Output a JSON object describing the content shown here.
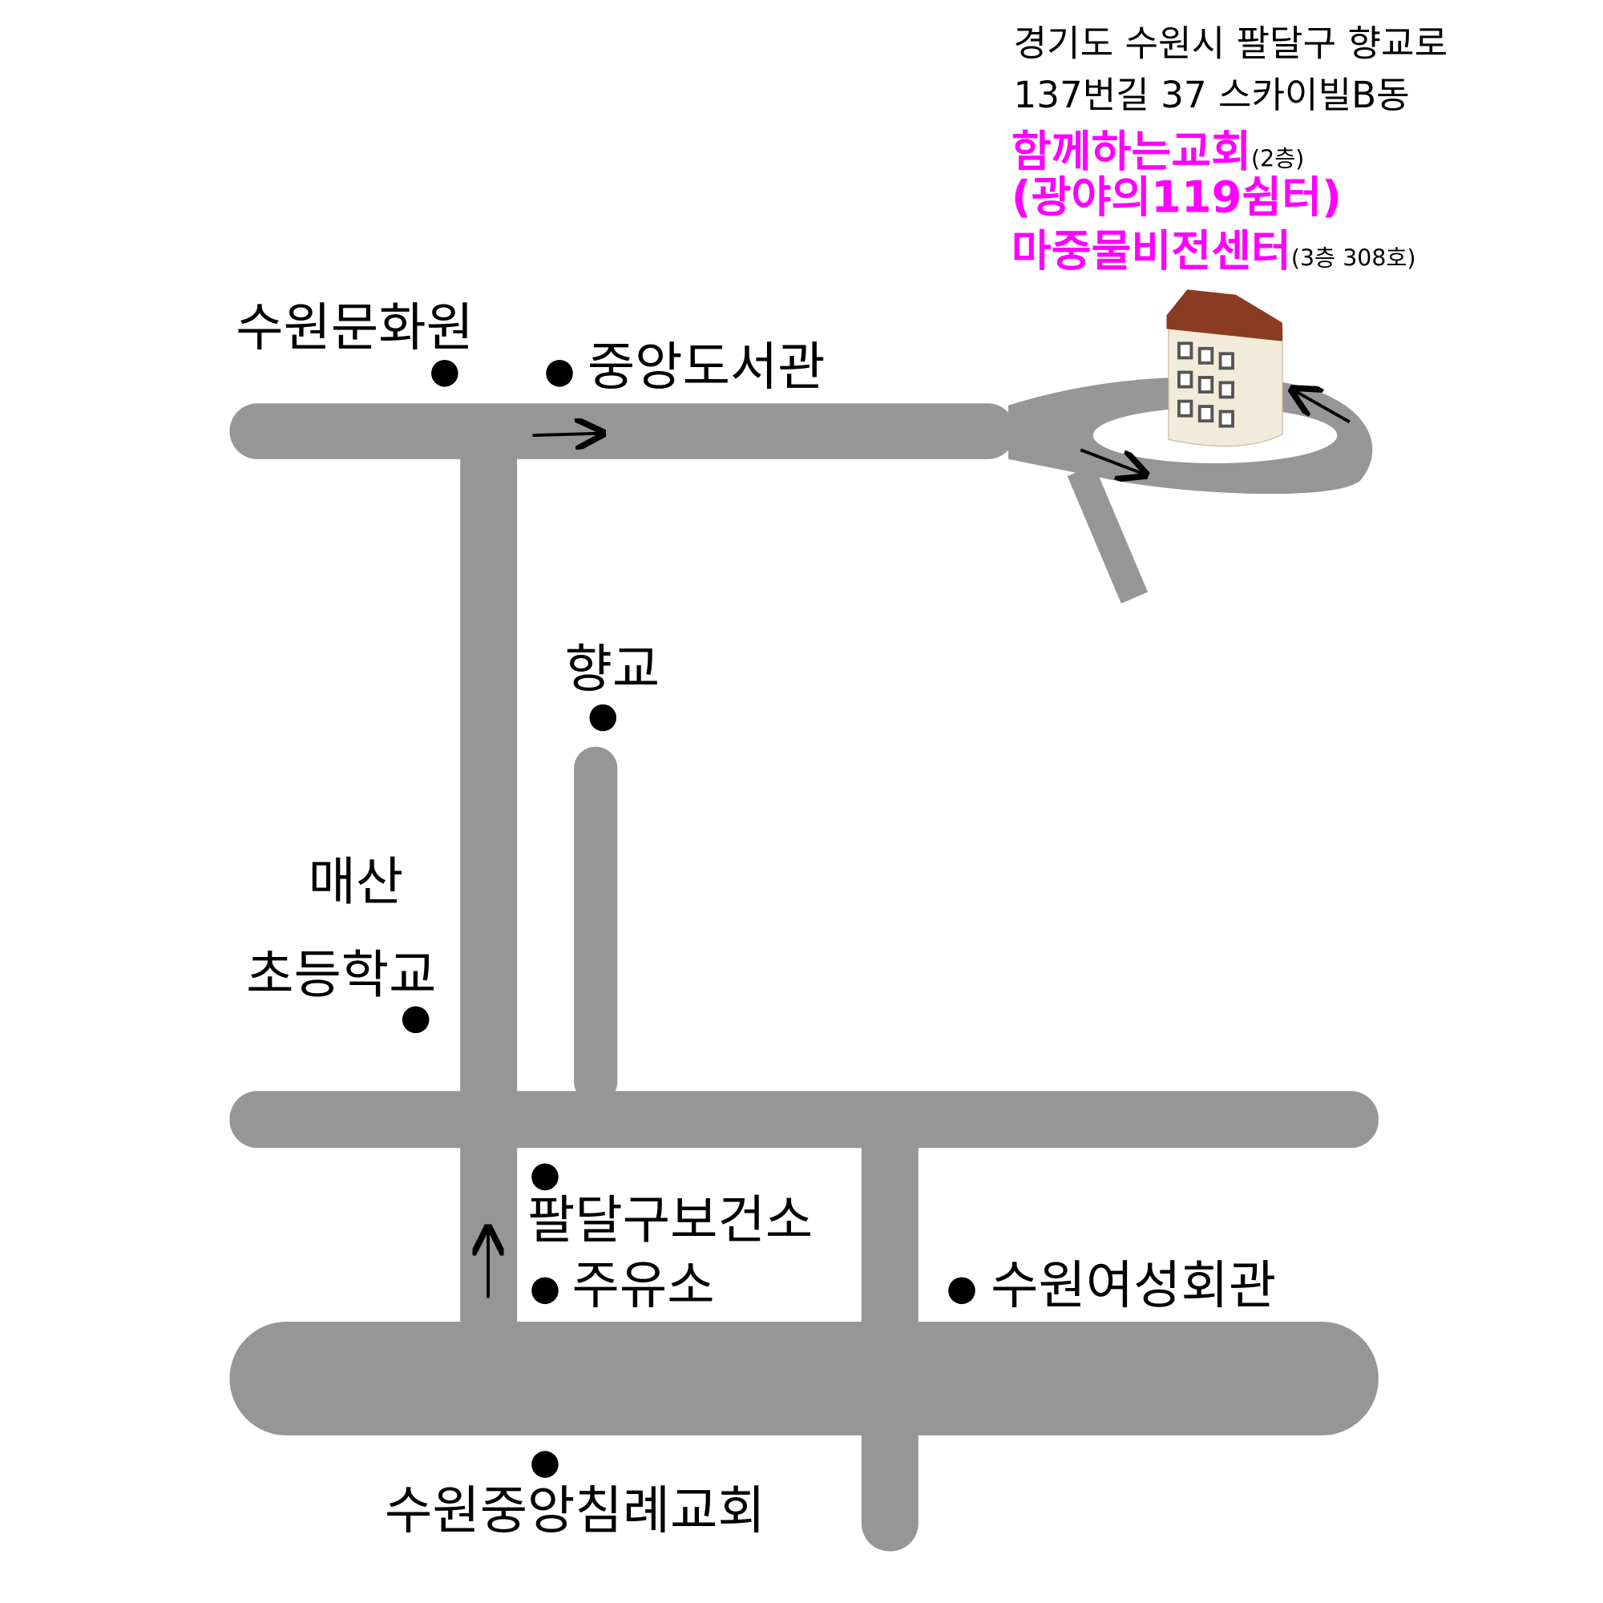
{
  "address": {
    "line1": "경기도 수원시 팔달구 향교로",
    "line2": "137번길 37 스카이빌B동"
  },
  "destinations": [
    {
      "name": "함께하는교회",
      "floor": "(2층)"
    },
    {
      "name": "(광야의119쉼터)"
    },
    {
      "name": "마중물비전센터",
      "floor": "(3층 308호)"
    }
  ],
  "landmarks": {
    "culture_center": "수원문화원",
    "central_library": "중앙도서관",
    "hyanggyo": "향교",
    "maesan_1": "매산",
    "maesan_2": "초등학교",
    "health_center": "팔달구보건소",
    "gas_station": "주유소",
    "womens_hall": "수원여성회관",
    "baptist_church": "수원중앙침례교회"
  },
  "colors": {
    "road": "#969696",
    "highlight": "#ff00ff"
  }
}
